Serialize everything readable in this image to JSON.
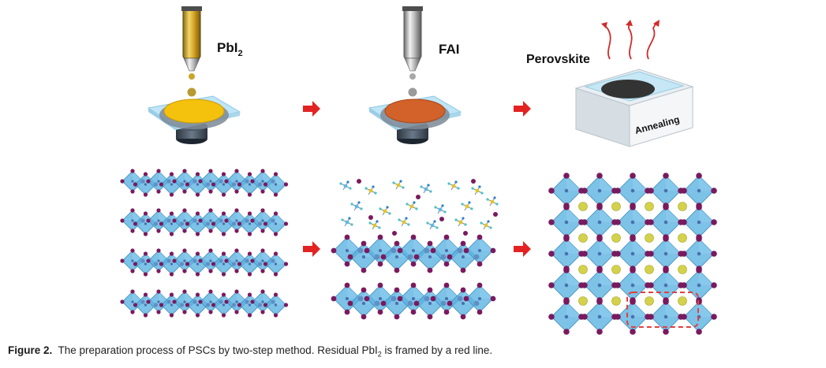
{
  "labels": {
    "pbi2": "PbI",
    "pbi2_sub": "2",
    "fai": "FAI",
    "perovskite": "Perovskite",
    "annealing": "Annealing"
  },
  "caption": {
    "label": "Figure 2.",
    "text_before": "The preparation process of PSCs by two-step method. Residual PbI",
    "sub": "2",
    "text_after": "is framed by a red line."
  },
  "colors": {
    "pbi2_film": "#f4c20d",
    "fai_film": "#d2622a",
    "perovskite_film": "#333333",
    "octahedron": "#58b1e0",
    "iodide_atom": "#7a1a5e",
    "cation_atom": "#d4d24a",
    "arrow": "#e32222",
    "residual_frame": "#e04040"
  }
}
